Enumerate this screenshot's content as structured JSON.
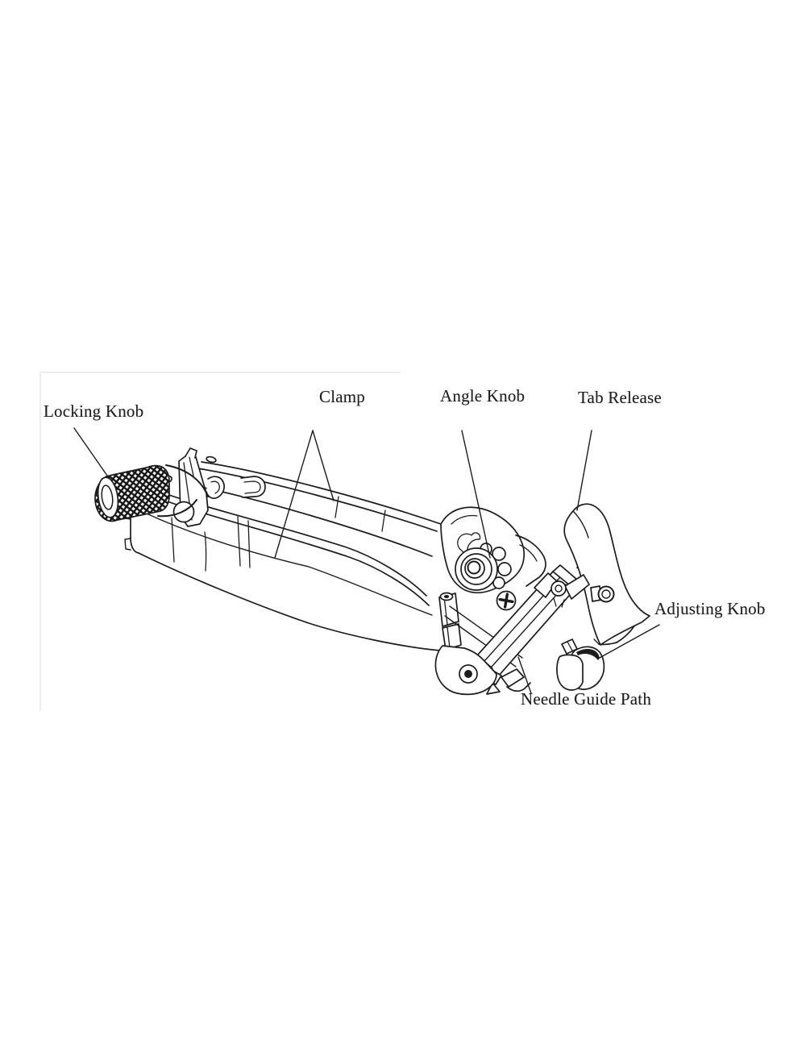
{
  "figure": {
    "background_color": "#ffffff",
    "line_color": "#1c1c1c",
    "text_color": "#1f1f1f",
    "frame_line_color": "#ededed",
    "labels": [
      {
        "id": "locking-knob",
        "text": "Locking Knob"
      },
      {
        "id": "clamp",
        "text": "Clamp"
      },
      {
        "id": "angle-knob",
        "text": "Angle Knob"
      },
      {
        "id": "tab-release",
        "text": "Tab Release"
      },
      {
        "id": "adjusting-knob",
        "text": "Adjusting Knob"
      },
      {
        "id": "needle-guide-path",
        "text": "Needle Guide Path"
      }
    ]
  }
}
